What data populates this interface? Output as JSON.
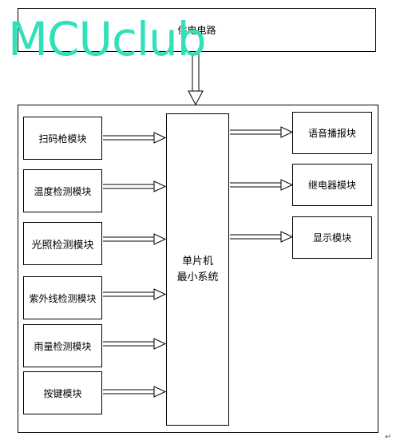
{
  "watermark": "MCUclub",
  "power": {
    "label": "供电电路"
  },
  "mcu": {
    "line1": "单片机",
    "line2": "最小系统"
  },
  "inputs": [
    {
      "label": "扫码枪模块"
    },
    {
      "label": "温度检测模块"
    },
    {
      "label": "光照检测模块"
    },
    {
      "label": "紫外线检测模块"
    },
    {
      "label": "雨量检测模块"
    },
    {
      "label": "按键模块"
    }
  ],
  "outputs": [
    {
      "label": "语音播报块"
    },
    {
      "label": "继电器模块"
    },
    {
      "label": "显示模块"
    }
  ],
  "return_mark": "↵"
}
